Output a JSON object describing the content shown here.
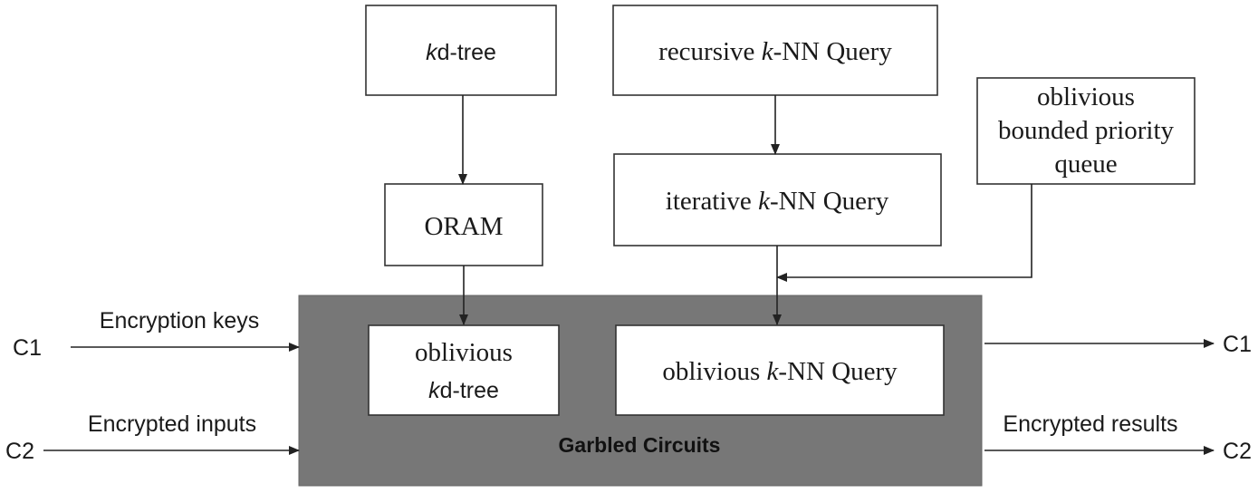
{
  "nodes": {
    "kdtree": {
      "italic": "k",
      "rest": "d-tree"
    },
    "recursive": {
      "pre": "recursive ",
      "italic": "k",
      "rest": "-NN Query"
    },
    "priority_queue": {
      "lines": [
        "oblivious",
        "bounded priority",
        "queue"
      ]
    },
    "oram": {
      "label": "ORAM"
    },
    "iterative": {
      "pre": "iterative ",
      "italic": "k",
      "rest": "-NN Query"
    },
    "obliv_kdtree": {
      "line1": "oblivious",
      "italic": "k",
      "rest": "d-tree"
    },
    "obliv_knn": {
      "pre": "oblivious ",
      "italic": "k",
      "rest": "-NN Query"
    },
    "garbled": {
      "label": "Garbled Circuits"
    }
  },
  "edges": {
    "encryption_keys": "Encryption keys",
    "encrypted_inputs": "Encrypted inputs",
    "encrypted_results": "Encrypted results"
  },
  "parties": {
    "c1_left": "C1",
    "c2_left": "C2",
    "c1_right": "C1",
    "c2_right": "C2"
  },
  "colors": {
    "garbled_fill": "#777777",
    "box_stroke": "#333333",
    "line": "#222222"
  }
}
